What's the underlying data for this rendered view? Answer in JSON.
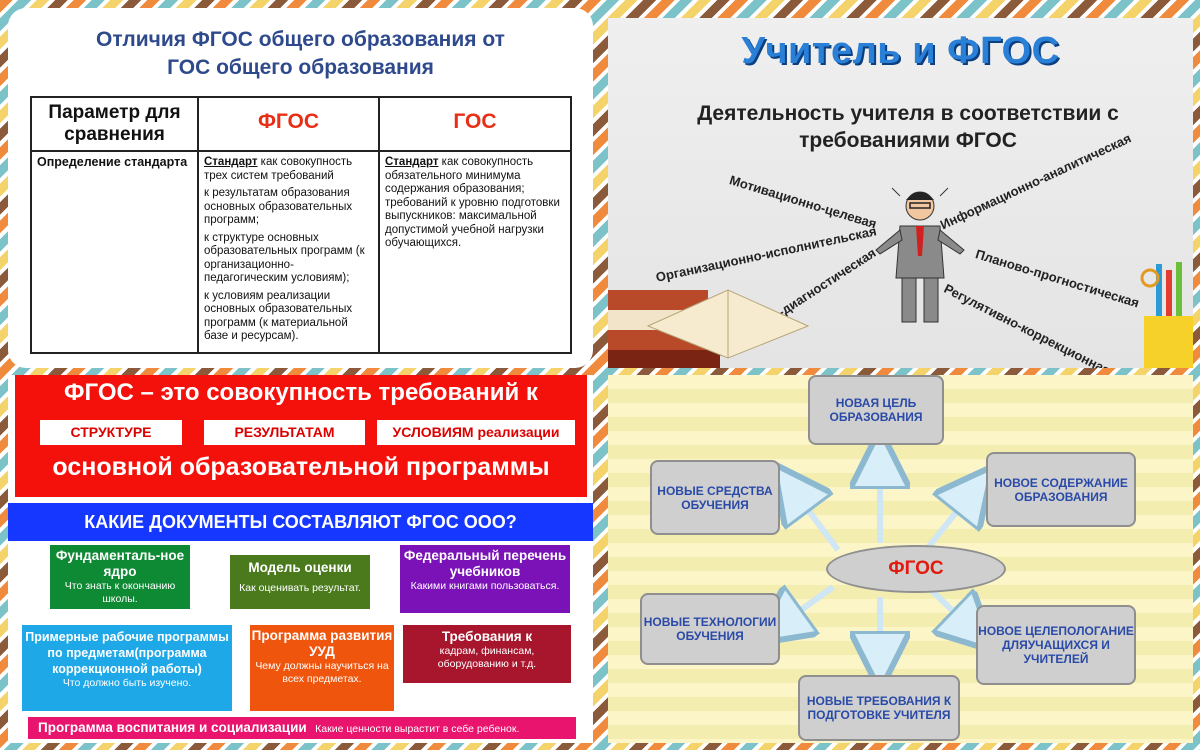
{
  "panel1": {
    "title_line1": "Отличия ФГОС общего образования от",
    "title_line2": "ГОС общего образования",
    "headers": {
      "param": "Параметр для сравнения",
      "fgos": "ФГОС",
      "gos": "ГОС"
    },
    "row_label": "Определение стандарта",
    "fgos_cell": {
      "u": "Стандарт",
      "intro": " как совокупность трех систем требований",
      "p1": "к результатам образования основных образовательных программ;",
      "p2": "к структуре основных образовательных программ (к организационно-педагогическим условиям);",
      "p3": "к условиям реализации основных образовательных программ (к материальной базе и ресурсам)."
    },
    "gos_cell": {
      "u": "Стандарт",
      "text": " как совокупность обязательного минимума содержания образования; требований к уровню подготовки выпускников: максимальной допустимой учебной нагрузки обучающихся."
    }
  },
  "panel2": {
    "title": "Учитель и ФГОС",
    "subtitle": "Деятельность учителя в соответствии с требованиями ФГОС",
    "labels": {
      "motiv": "Мотивационно-целевая",
      "inform": "Информационно-аналитическая",
      "org": "Организационно-исполнительская",
      "plan": "Планово-прогностическая",
      "control": "Контрольно-диагностическая",
      "reg": "Регулятивно-коррекционная"
    }
  },
  "panel3": {
    "header": "ФГОС – это совокупность требований к",
    "boxes": {
      "structure": "СТРУКТУРЕ",
      "results": "РЕЗУЛЬТАТАМ",
      "conditions": "УСЛОВИЯМ реализации"
    },
    "footer": "основной образовательной программы",
    "question": "КАКИЕ ДОКУМЕНТЫ СОСТАВЛЯЮТ ФГОС ООО?",
    "cards": {
      "core": {
        "big": "Фундаменталь-ное ядро",
        "small": "Что знать к окончанию школы."
      },
      "model": {
        "big": "Модель оценки",
        "small": "Как оценивать результат."
      },
      "federal": {
        "big": "Федеральный перечень учебников",
        "small": "Какими книгами пользоваться."
      },
      "programs": {
        "big": "Примерные рабочие программы по предметам(программа коррекционной работы)",
        "small": "Что должно быть изучено."
      },
      "uud": {
        "big": "Программа развития УУД",
        "small": "Чему должны научиться на всех предметах."
      },
      "req": {
        "big": "Требования к",
        "small": "кадрам, финансам, оборудованию и т.д."
      },
      "upbr": {
        "big": "Программа воспитания и социализации",
        "small": "Какие ценности вырастит в себе ребенок."
      }
    }
  },
  "panel4": {
    "center": "ФГОС",
    "nodes": {
      "top": "НОВАЯ ЦЕЛЬ ОБРАЗОВАНИЯ",
      "left_top": "НОВЫЕ СРЕДСТВА ОБУЧЕНИЯ",
      "right_top": "НОВОЕ СОДЕРЖАНИЕ ОБРАЗОВАНИЯ",
      "left_bottom": "НОВЫЕ ТЕХНОЛОГИИ ОБУЧЕНИЯ",
      "right_bottom": "НОВОЕ ЦЕЛЕПОЛОГАНИЕ ДЛЯУЧАЩИХСЯ И УЧИТЕЛЕЙ",
      "bottom": "НОВЫЕ ТРЕБОВАНИЯ К ПОДГОТОВКЕ УЧИТЕЛЯ"
    }
  },
  "colors": {
    "title_blue": "#2e4a8c",
    "red": "#f4100b",
    "blue": "#1537ff",
    "node_text": "#2a4aa8"
  }
}
